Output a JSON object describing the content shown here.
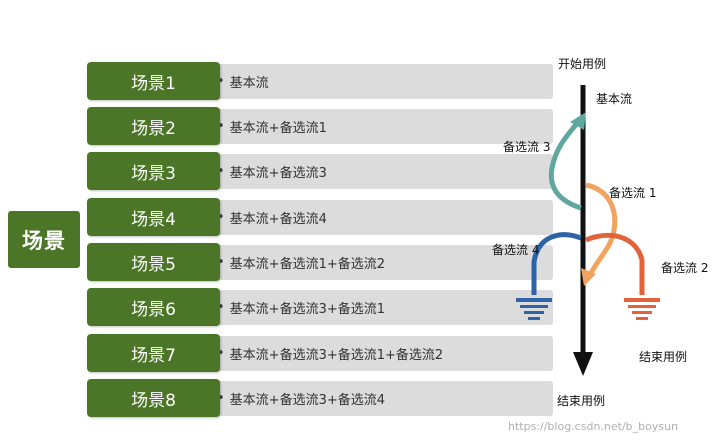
{
  "main_label": "场景",
  "scenarios": [
    {
      "name": "场景1",
      "desc": "基本流"
    },
    {
      "name": "场景2",
      "desc": "基本流+备选流1"
    },
    {
      "name": "场景3",
      "desc": "基本流+备选流3"
    },
    {
      "name": "场景4",
      "desc": "基本流+备选流4"
    },
    {
      "name": "场景5",
      "desc": "基本流+备选流1+备选流2"
    },
    {
      "name": "场景6",
      "desc": "基本流+备选流3+备选流1"
    },
    {
      "name": "场景7",
      "desc": "基本流+备选流3+备选流1+备选流2"
    },
    {
      "name": "场景8",
      "desc": "基本流+备选流3+备选流4"
    }
  ],
  "bullet": "•",
  "flow": {
    "start": "开始用例",
    "basic": "基本流",
    "alt1": "备选流 1",
    "alt2": "备选流 2",
    "alt3": "备选流 3",
    "alt4": "备选流 4",
    "end_alt": "结束用例",
    "end_main": "结束用例"
  },
  "colors": {
    "green": "#4b7628",
    "alt1": "#f0a45f",
    "alt2": "#e2633a",
    "alt3": "#5fa8a0",
    "alt4": "#2e63a8"
  },
  "watermark": "https://blog.csdn.net/b_boysun"
}
